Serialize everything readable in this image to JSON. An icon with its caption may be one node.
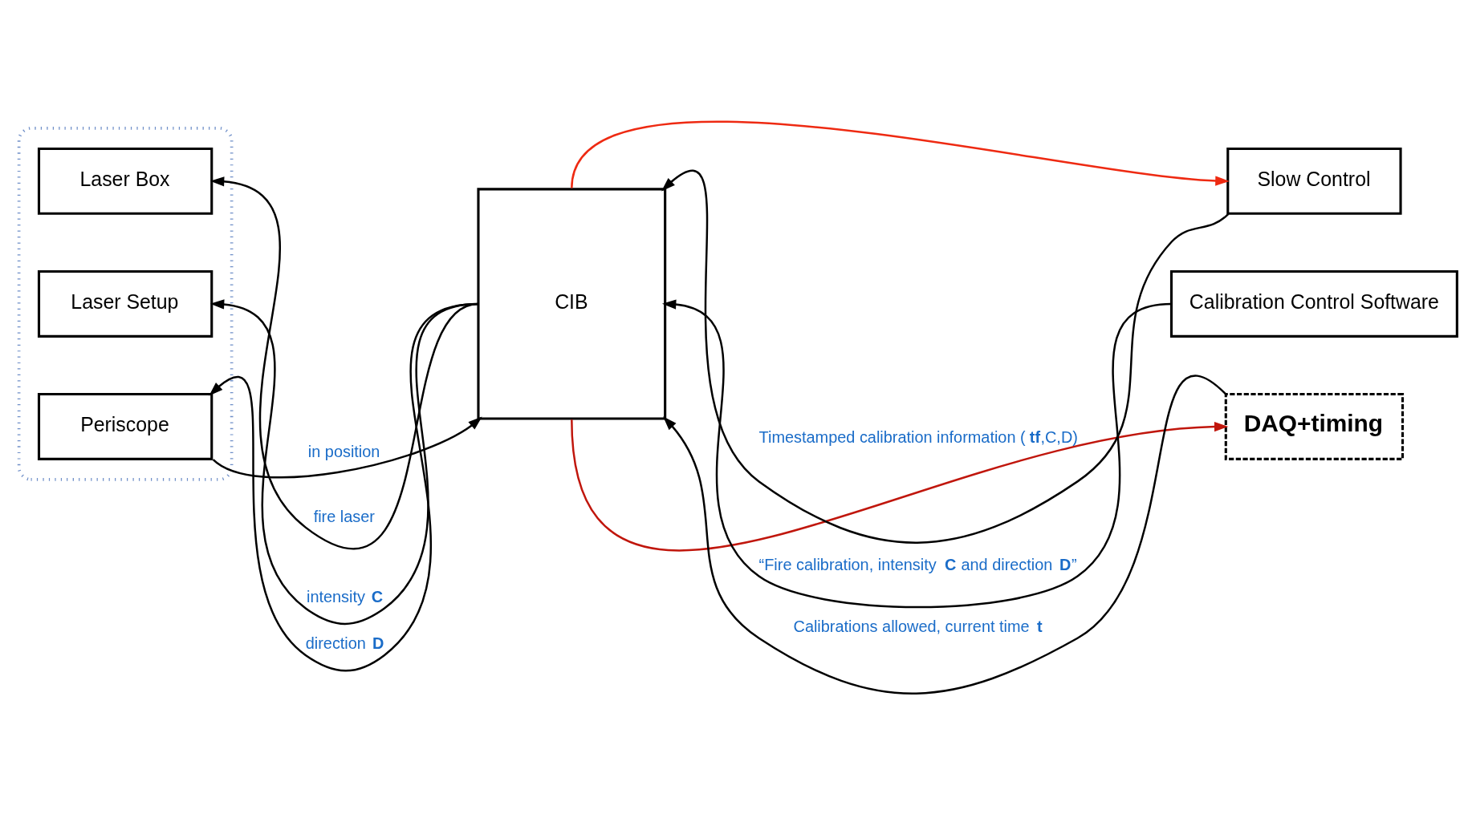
{
  "diagram": {
    "nodes": [
      {
        "text": [],
        "shape": "box"
      },
      {
        "text": [
          "Laser Box"
        ],
        "in": 0
      },
      {
        "text": [
          "Laser Setup"
        ],
        "in": 0
      },
      {
        "text": [
          "Periscope"
        ],
        "in": 0
      },
      {
        "text": [
          "CIB"
        ]
      },
      {
        "text": [
          "Slow Control"
        ]
      },
      {
        "text": [
          "Calibration Control Software"
        ]
      },
      {
        "text": [
          "DAQ+timing"
        ]
      }
    ],
    "edges": [
      {
        "from": 4,
        "to": 1,
        "arrow": "to",
        "label": "fire laser"
      },
      {
        "from": 4,
        "to": 2,
        "arrow": "to",
        "label": "intensity **C**"
      },
      {
        "from": 4,
        "to": 3,
        "arrow": "to",
        "label": "direction **D**"
      },
      {
        "from": 3,
        "to": 4,
        "arrow": "to",
        "label": "in position"
      },
      {
        "from": 4,
        "to": 5,
        "arrow": "to",
        "color": "#ee2a12"
      },
      {
        "from": 5,
        "to": 4,
        "arrow": "to"
      },
      {
        "from": 6,
        "to": 4,
        "arrow": "to",
        "label": "“Fire calibration, intensity **C** and direction **D**”"
      },
      {
        "from": 7,
        "to": 4,
        "arrow": "to",
        "label": "Calibrations allowed, current time **t**"
      },
      {
        "from": 4,
        "to": 7,
        "arrow": "to",
        "color": "#c0160c",
        "label": "Timestamped calibration information (**tf**,C,D)"
      }
    ]
  }
}
